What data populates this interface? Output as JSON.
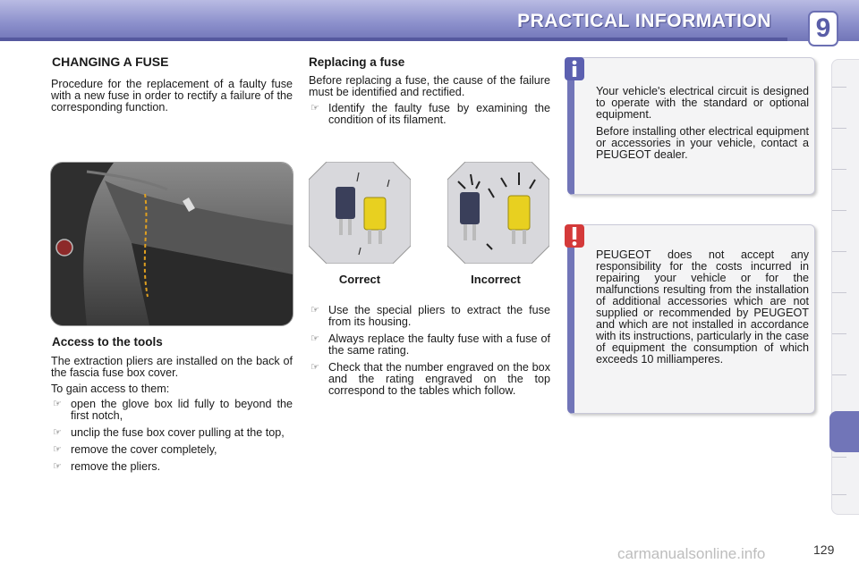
{
  "header": {
    "title": "PRACTICAL INFORMATION",
    "chapter": "9"
  },
  "colors": {
    "accent": "#7175b8",
    "warning": "#d43a3a",
    "info": "#5c60b0"
  },
  "left": {
    "heading": "CHANGING A FUSE",
    "intro": "Procedure for the replacement of a faulty fuse with a new fuse in order to rectify a failure of the corresponding function.",
    "access_heading": "Access to the tools",
    "access_intro": "The extraction pliers are installed on the back of the fascia fuse box cover.",
    "access_lead": "To gain access to them:",
    "access_steps": [
      "open the glove box lid fully to beyond the first notch,",
      "unclip the fuse box cover pulling at the top,",
      "remove the cover completely,",
      "remove the pliers."
    ]
  },
  "middle": {
    "heading": "Replacing a fuse",
    "intro": "Before replacing a fuse, the cause of the failure must be identified and rectified.",
    "step1": "Identify the faulty fuse by examining the condition of its filament.",
    "label_correct": "Correct",
    "label_incorrect": "Incorrect",
    "steps": [
      "Use the special pliers to extract the fuse from its housing.",
      "Always replace the faulty fuse with a fuse of the same rating.",
      "Check that the number engraved on the box and the rating engraved on the top correspond to the tables which follow."
    ]
  },
  "notes": {
    "info_p1": "Your vehicle's electrical circuit is designed to operate with the standard or optional equipment.",
    "info_p2": "Before installing other electrical equipment or accessories in your vehicle, contact a PEUGEOT dealer.",
    "warning_p1": "PEUGEOT does not accept any responsibility for the costs incurred in repairing your vehicle or for the malfunctions resulting from the installation of additional accessories which are not supplied or recommended by PEUGEOT and which are not installed in accordance with its instructions, particularly in the case of equipment the consumption of which exceeds 10 milliamperes."
  },
  "icons": {
    "bullet": "pointing-hand-icon",
    "info": "info-icon",
    "warning": "exclamation-icon"
  },
  "footer": {
    "page_number": "129",
    "watermark": "carmanualsonline.info"
  }
}
